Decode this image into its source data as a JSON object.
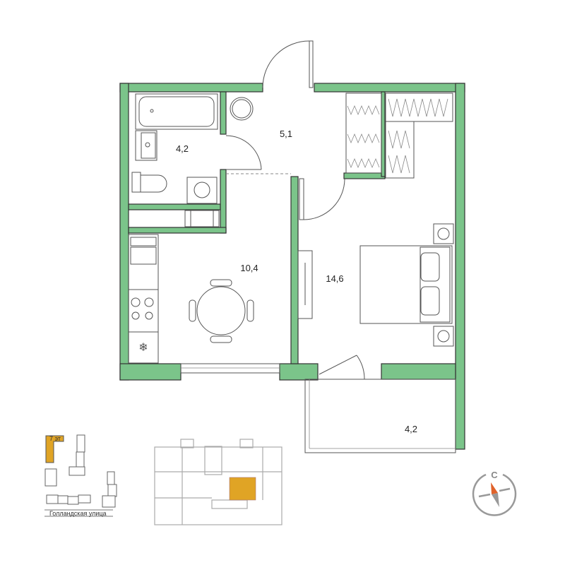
{
  "plan": {
    "rooms": [
      {
        "id": "bathroom",
        "area": "4,2"
      },
      {
        "id": "hall",
        "area": "5,1"
      },
      {
        "id": "kitchen",
        "area": "10,4"
      },
      {
        "id": "bedroom",
        "area": "14,6"
      },
      {
        "id": "balcony",
        "area": "4,2"
      }
    ],
    "wall_color": "#7bc48a"
  },
  "location": {
    "street": "Голландская улица",
    "floor_label": "7 эт",
    "highlight_color": "#e0a425"
  },
  "compass": {
    "north_letter": "С",
    "needle_color": "#e0622a"
  }
}
